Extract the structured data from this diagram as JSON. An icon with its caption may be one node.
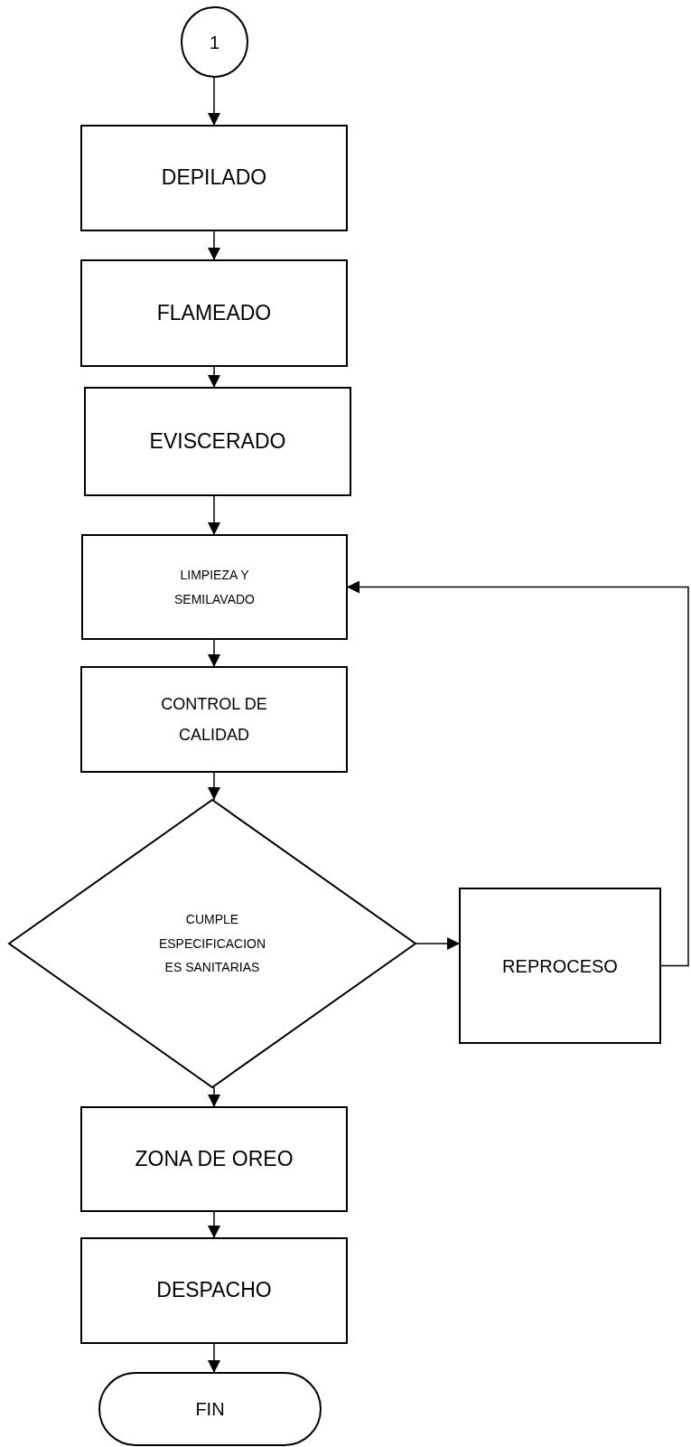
{
  "diagram": {
    "nodes": [
      {
        "text": [
          "1"
        ]
      },
      {
        "text": [
          "DEPILADO"
        ]
      },
      {
        "text": [
          "FLAMEADO"
        ]
      },
      {
        "text": [
          "EVISCERADO"
        ]
      },
      {
        "text": [
          "LIMPIEZA Y SEMILAVADO"
        ]
      },
      {
        "text": [
          "CONTROL DE CALIDAD"
        ]
      },
      {
        "text": [
          "CUMPLE ESPECIFICACION ES SANITARIAS"
        ]
      },
      {
        "text": [
          "REPROCESO"
        ]
      },
      {
        "text": [
          "ZONA DE OREO"
        ]
      },
      {
        "text": [
          "DESPACHO"
        ]
      },
      {
        "text": [
          "FIN"
        ]
      }
    ],
    "edges": [
      {
        "from": 0,
        "to": 1,
        "arrow": "to"
      },
      {
        "from": 1,
        "to": 2,
        "arrow": "to"
      },
      {
        "from": 2,
        "to": 3,
        "arrow": "to"
      },
      {
        "from": 3,
        "to": 4,
        "arrow": "to"
      },
      {
        "from": 4,
        "to": 5,
        "arrow": "to"
      },
      {
        "from": 5,
        "to": 6,
        "arrow": "to"
      },
      {
        "from": 6,
        "to": 7,
        "arrow": "to"
      },
      {
        "from": 7,
        "to": 4,
        "arrow": "to"
      },
      {
        "from": 6,
        "to": 8,
        "arrow": "to"
      },
      {
        "from": 8,
        "to": 9,
        "arrow": "to"
      },
      {
        "from": 9,
        "to": 10,
        "arrow": "to"
      }
    ]
  }
}
